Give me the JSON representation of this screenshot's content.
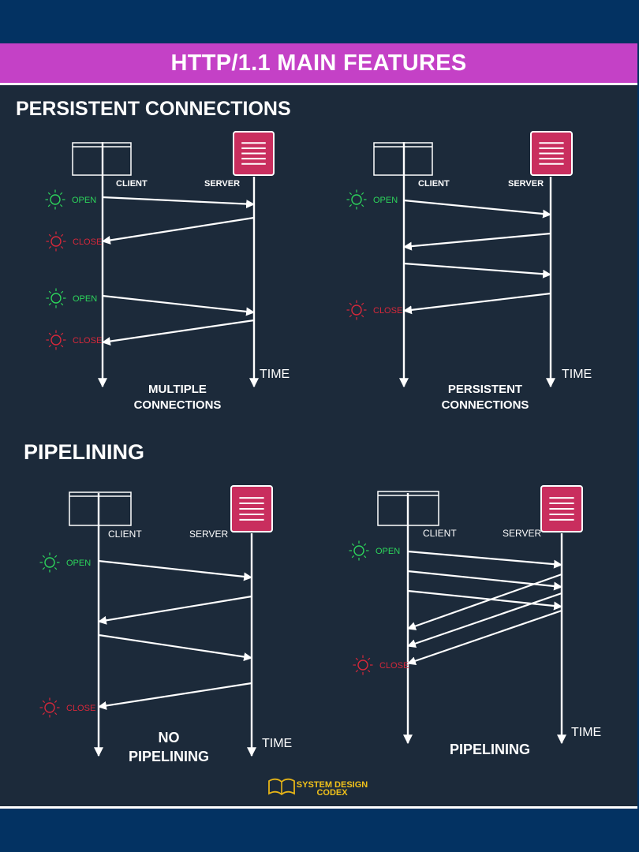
{
  "title": "HTTP/1.1 MAIN FEATURES",
  "colors": {
    "outer": "#033262",
    "banner": "#c441c6",
    "panel": "#1c2a3a",
    "server": "#c92e5e",
    "open": "#2dd55b",
    "close": "#d6283a",
    "line": "#ffffff"
  },
  "sections": {
    "persistent": {
      "heading": "PERSISTENT CONNECTIONS"
    },
    "pipelining": {
      "heading": "PIPELINING"
    }
  },
  "diagrams": [
    {
      "client": "CLIENT",
      "server": "SERVER",
      "time": "TIME",
      "caption": [
        "MULTIPLE",
        "CONNECTIONS"
      ],
      "open": "OPEN",
      "close": "CLOSE"
    },
    {
      "client": "CLIENT",
      "server": "SERVER",
      "time": "TIME",
      "caption": [
        "PERSISTENT",
        "CONNECTIONS"
      ],
      "open": "OPEN",
      "close": "CLOSE"
    },
    {
      "client": "CLIENT",
      "server": "SERVER",
      "time": "TIME",
      "caption": [
        "NO",
        "PIPELINING"
      ],
      "open": "OPEN",
      "close": "CLOSE"
    },
    {
      "client": "CLIENT",
      "server": "SERVER",
      "time": "TIME",
      "caption": [
        "PIPELINING"
      ],
      "open": "OPEN",
      "close": "CLOSE"
    }
  ],
  "logo": {
    "line1": "SYSTEM DESIGN",
    "line2": "CODEX",
    "icon": "open-book-icon"
  }
}
